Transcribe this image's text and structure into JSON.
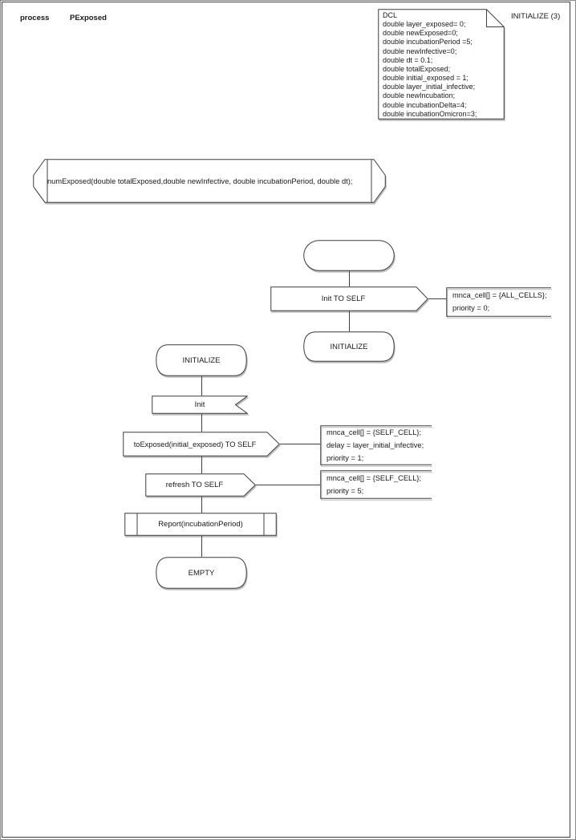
{
  "header": {
    "kind_label": "process",
    "name_label": "PExposed",
    "page_label": "INITIALIZE (3)"
  },
  "declarations": {
    "dcl_text": "DCL\ndouble layer_exposed= 0;\ndouble newExposed=0;\ndouble incubationPeriod =5;\ndouble newInfective=0;\ndouble dt = 0.1;\ndouble totalExposed;\ndouble initial_exposed = 1;\ndouble layer_initial_infective;\ndouble newIncubation;\ndouble incubationDelta=4;\ndouble incubationOmicron=3;"
  },
  "procedure_declaration": {
    "text": "numExposed(double totalExposed,double newInfective, double incubationPeriod, double dt);"
  },
  "flow_right": {
    "output_init": {
      "label": "Init TO SELF"
    },
    "comment_init": {
      "text": "mnca_cell[] = {ALL_CELLS};\npriority = 0;"
    },
    "state_initialize": {
      "label": "INITIALIZE"
    }
  },
  "flow_left": {
    "state_initialize": {
      "label": "INITIALIZE"
    },
    "input_init": {
      "label": "Init"
    },
    "output_toexposed": {
      "label": "toExposed(initial_exposed) TO SELF"
    },
    "comment_toexposed": {
      "text": "mnca_cell[] = {SELF_CELL};\ndelay = layer_initial_infective;\npriority = 1;"
    },
    "output_refresh": {
      "label": "refresh TO SELF"
    },
    "comment_refresh": {
      "text": "mnca_cell[] = {SELF_CELL};\npriority = 5;"
    },
    "procedure_call_report": {
      "label": "Report(incubationPeriod)"
    },
    "state_empty": {
      "label": "EMPTY"
    }
  },
  "colors": {
    "line": "#3f3f3f",
    "shadow": "#bdbdbd",
    "background": "#ffffff"
  }
}
